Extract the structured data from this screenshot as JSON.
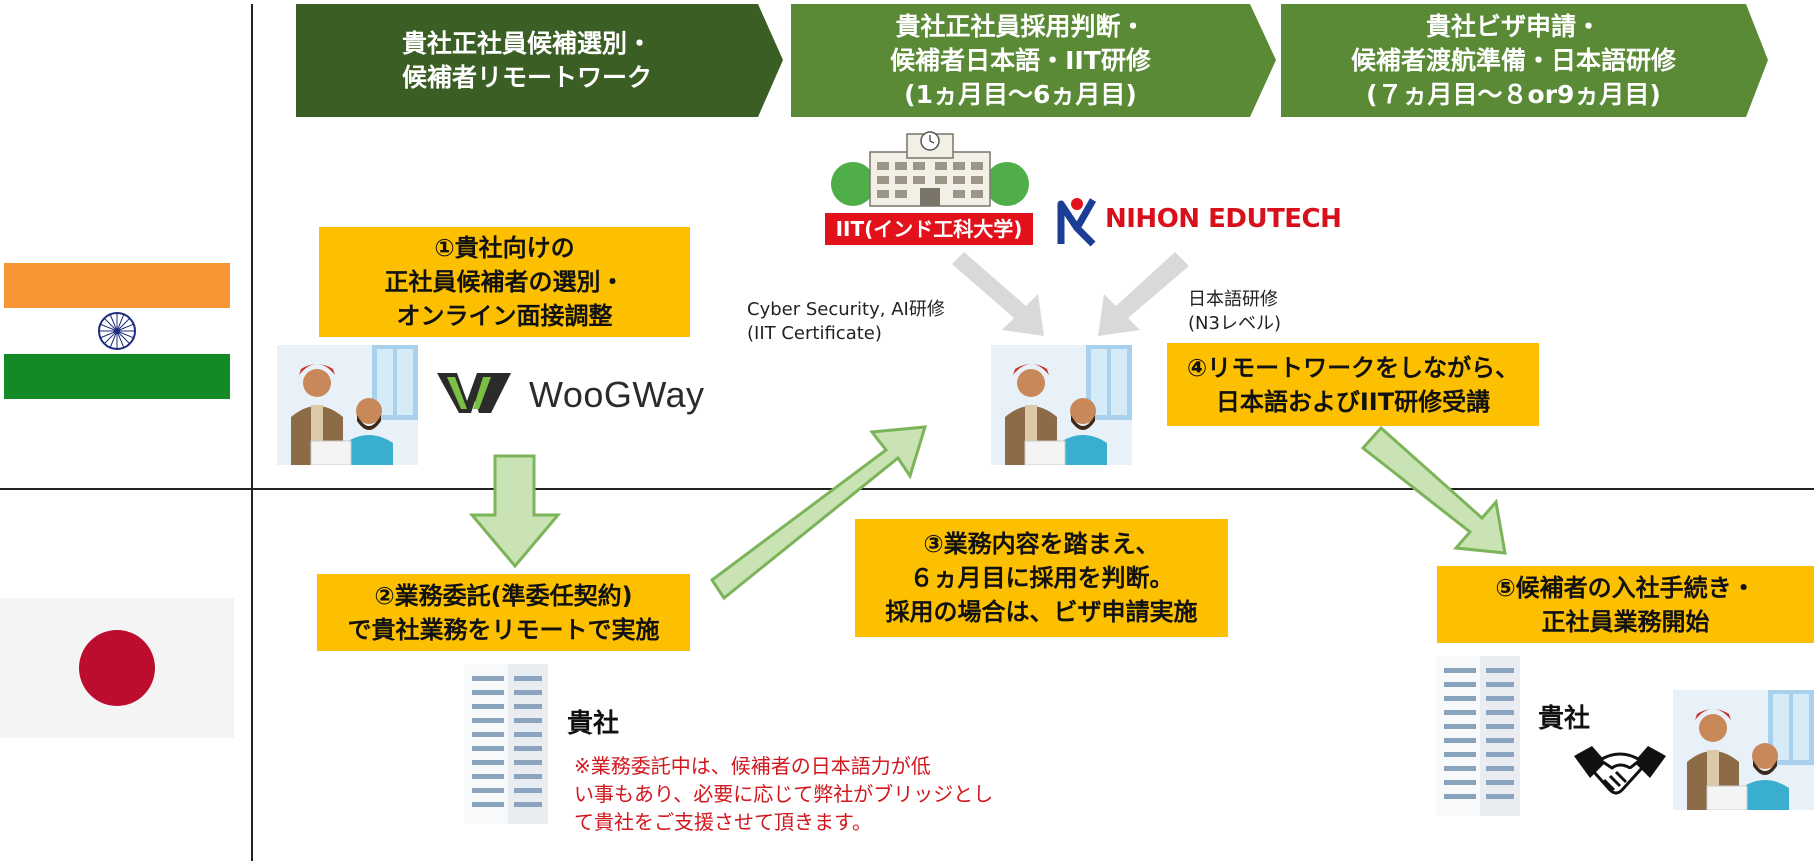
{
  "phases": [
    {
      "lines": [
        "貴社正社員候補選別・",
        "候補者リモートワーク"
      ],
      "color": "#3b5e24"
    },
    {
      "lines": [
        "貴社正社員採用判断・",
        "候補者日本語・IIT研修",
        "(1ヵ月目～6ヵ月目)"
      ],
      "color": "#5a8a35"
    },
    {
      "lines": [
        "貴社ビザ申請・",
        "候補者渡航準備・日本語研修",
        "(７ヵ月目～８or9ヵ月目)"
      ],
      "color": "#5a8a35"
    }
  ],
  "iit_label": "IIT(インド工科大学)",
  "nihon_edutech_logo": "NIHON EDUTECH",
  "woogway_logo": "WooGWay",
  "step1": [
    "①貴社向けの",
    "正社員候補者の選別・",
    "オンライン面接調整"
  ],
  "step2": [
    "②業務委託(準委任契約)",
    "で貴社業務をリモートで実施"
  ],
  "step3": [
    "③業務内容を踏まえ、",
    "６ヵ月目に採用を判断。",
    "採用の場合は、ビザ申請実施"
  ],
  "step4": [
    "④リモートワークをしながら、",
    "日本語およびIIT研修受講"
  ],
  "step5": [
    "⑤候補者の入社手続き・",
    "正社員業務開始"
  ],
  "cyber_label": [
    "Cyber Security, AI研修",
    "(IIT Certificate)"
  ],
  "japanese_label": [
    "日本語研修",
    "(N3レベル)"
  ],
  "company_label_left": "貴社",
  "company_label_right": "貴社",
  "note": [
    "※業務委託中は、候補者の日本語力が低",
    "い事もあり、必要に応じて弊社がブリッジとし",
    "て貴社をご支援させて頂きます。"
  ],
  "colors": {
    "yellow": "#fcc000",
    "dark_green": "#3b5e24",
    "green": "#5a8a35",
    "arrow_fill": "#c9e3b4",
    "arrow_stroke": "#7cb45a",
    "note_red": "#d0181e"
  }
}
